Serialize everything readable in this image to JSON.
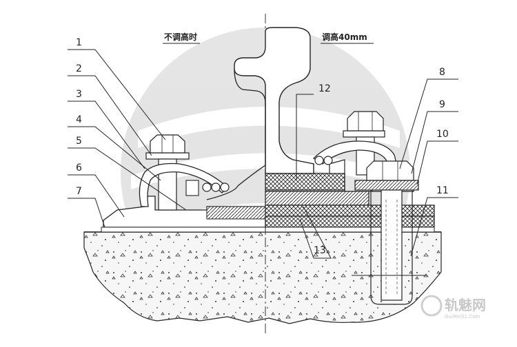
{
  "labels": {
    "left_caption": "不调高时",
    "right_caption": "调高40mm",
    "numbers": [
      "1",
      "2",
      "3",
      "4",
      "5",
      "6",
      "7",
      "8",
      "9",
      "10",
      "11",
      "12",
      "13"
    ]
  },
  "watermark": {
    "brand": "轨魅网",
    "domain": "GuiMei01.Com"
  },
  "colors": {
    "line": "#222222",
    "watermark": "#d9d9d9",
    "concrete": "#f2f2f2"
  }
}
